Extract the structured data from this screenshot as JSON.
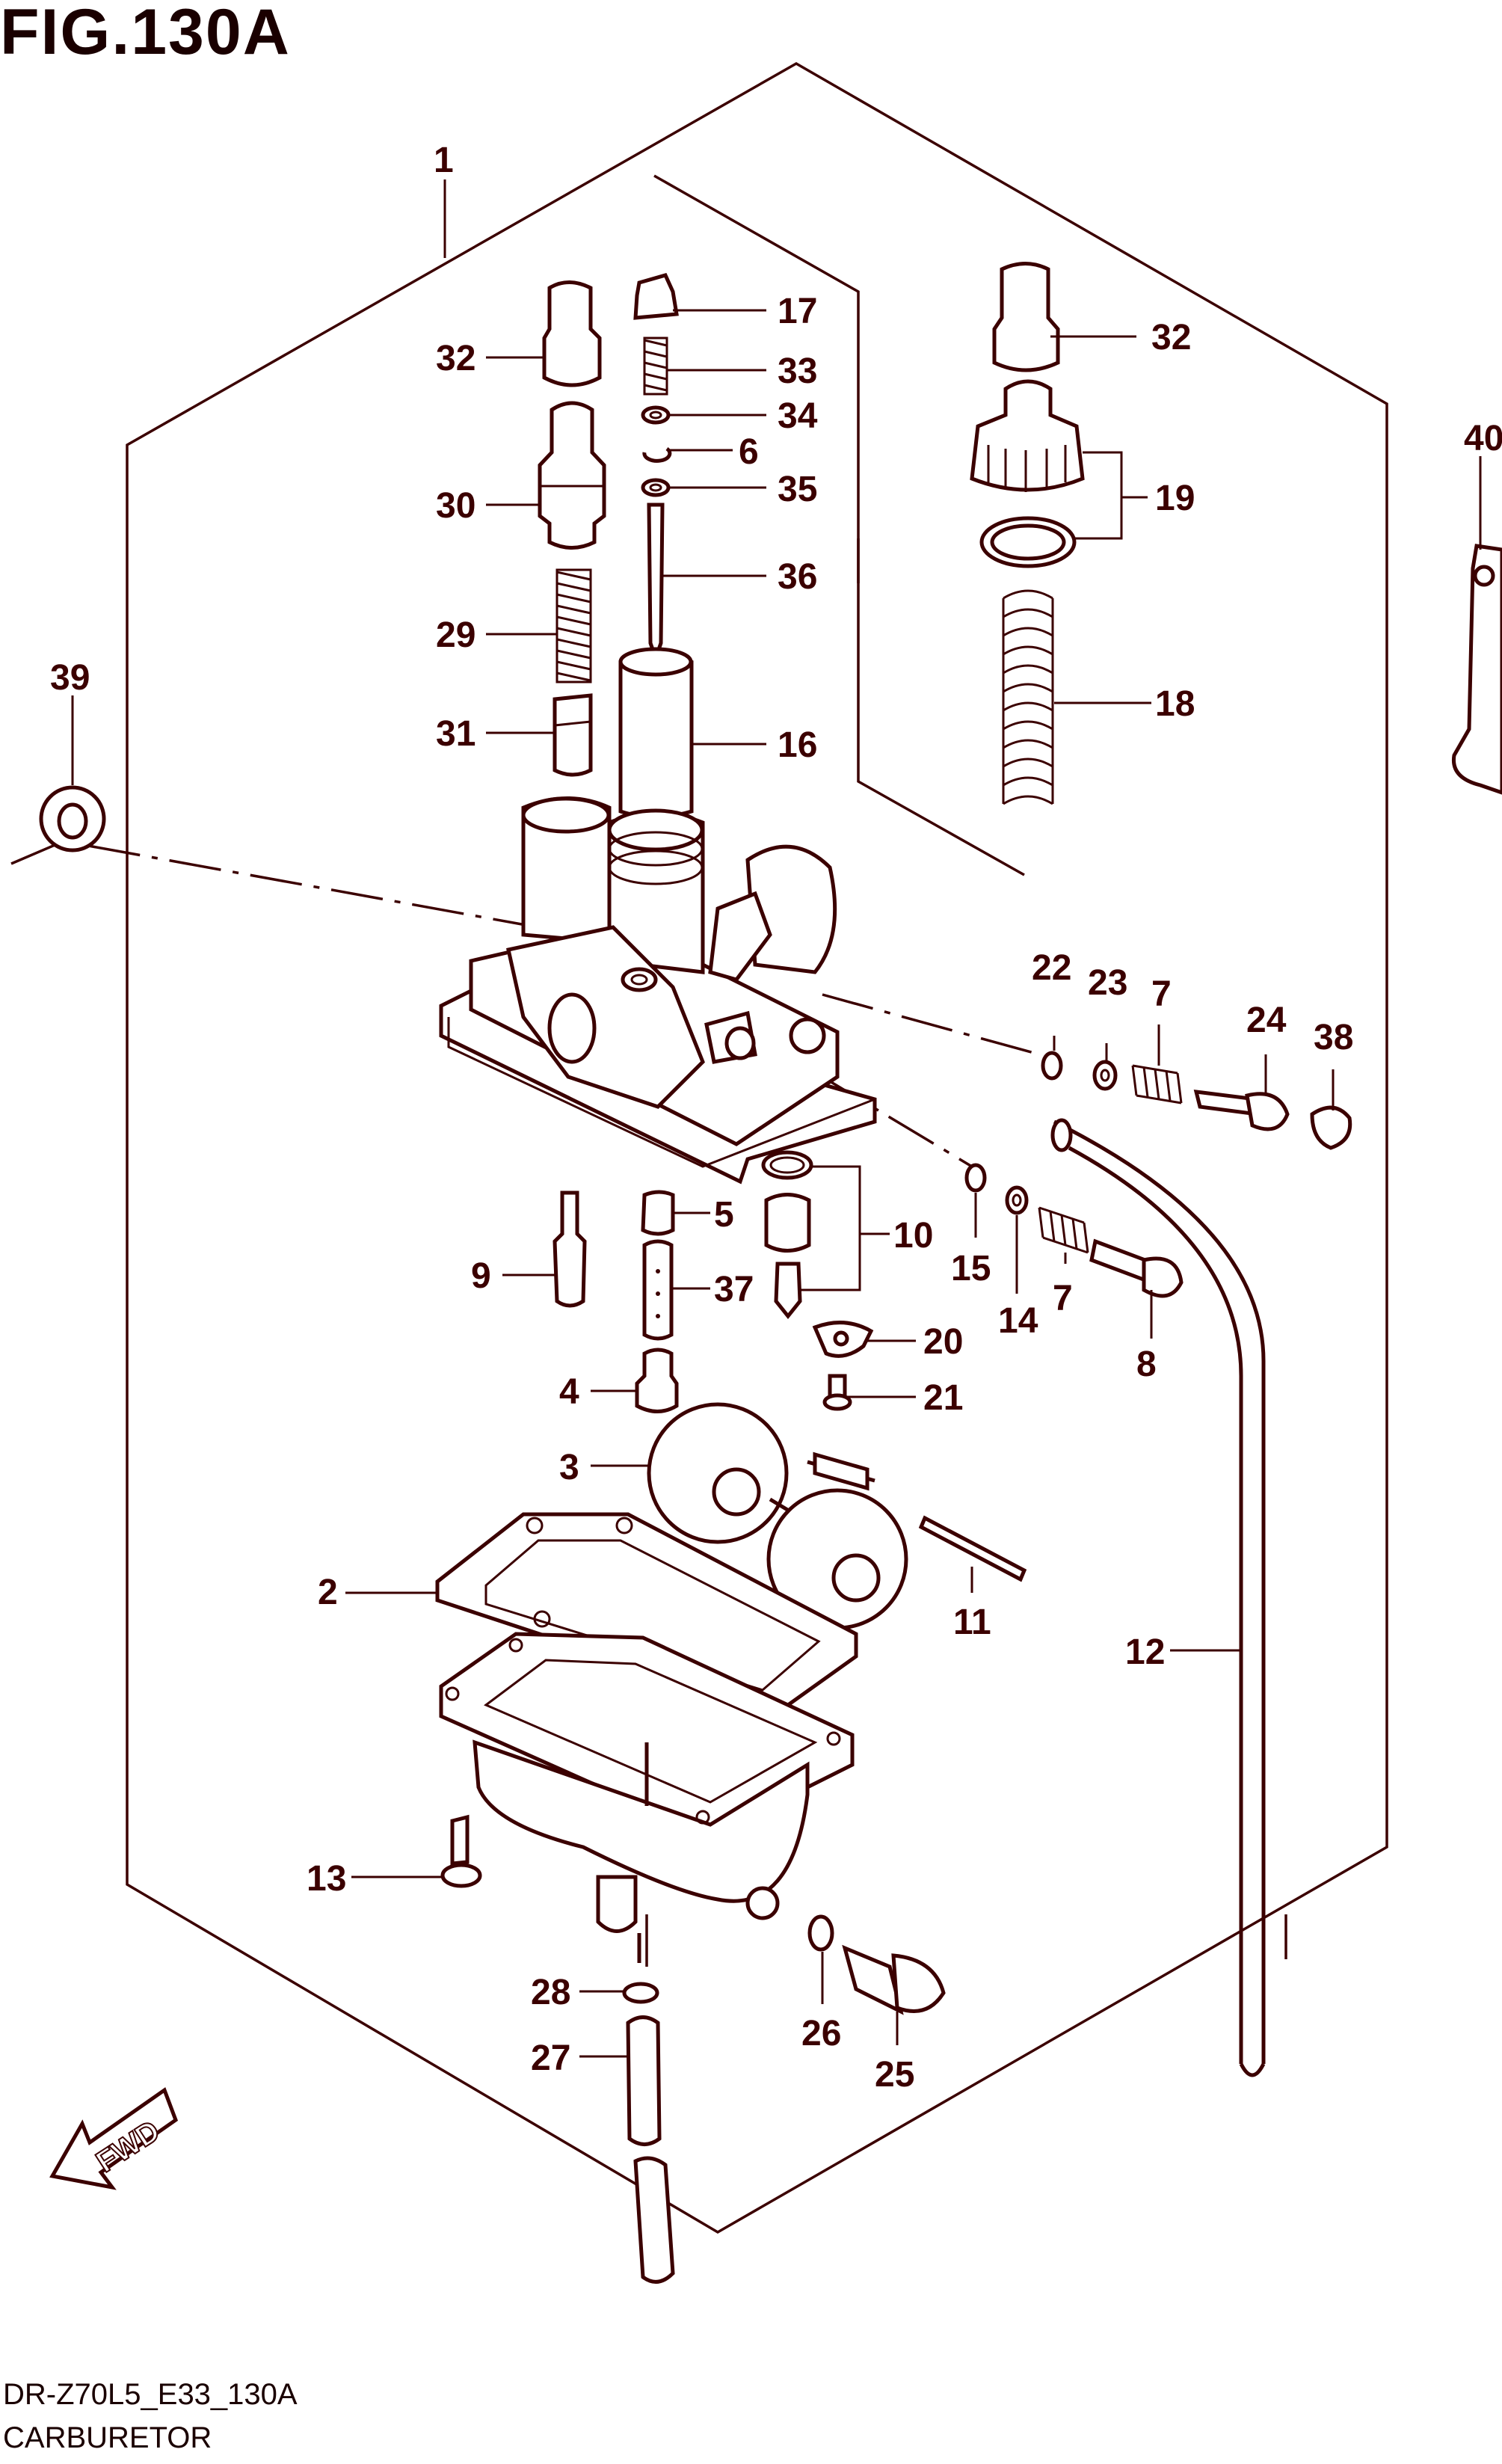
{
  "title": "FIG.130A",
  "footer": {
    "code": "DR-Z70L5_E33_130A",
    "name": "CARBURETOR"
  },
  "fwd_label": "FWD",
  "colors": {
    "ink": "#3b0000",
    "background": "#ffffff"
  },
  "callouts": [
    {
      "id": "1",
      "label": "1"
    },
    {
      "id": "2",
      "label": "2"
    },
    {
      "id": "3",
      "label": "3"
    },
    {
      "id": "4",
      "label": "4"
    },
    {
      "id": "5",
      "label": "5"
    },
    {
      "id": "6",
      "label": "6"
    },
    {
      "id": "7a",
      "label": "7"
    },
    {
      "id": "7b",
      "label": "7"
    },
    {
      "id": "8",
      "label": "8"
    },
    {
      "id": "9",
      "label": "9"
    },
    {
      "id": "10",
      "label": "10"
    },
    {
      "id": "11",
      "label": "11"
    },
    {
      "id": "12",
      "label": "12"
    },
    {
      "id": "13",
      "label": "13"
    },
    {
      "id": "14",
      "label": "14"
    },
    {
      "id": "15",
      "label": "15"
    },
    {
      "id": "16",
      "label": "16"
    },
    {
      "id": "17",
      "label": "17"
    },
    {
      "id": "18",
      "label": "18"
    },
    {
      "id": "19",
      "label": "19"
    },
    {
      "id": "20",
      "label": "20"
    },
    {
      "id": "21",
      "label": "21"
    },
    {
      "id": "22",
      "label": "22"
    },
    {
      "id": "23",
      "label": "23"
    },
    {
      "id": "24",
      "label": "24"
    },
    {
      "id": "25",
      "label": "25"
    },
    {
      "id": "26",
      "label": "26"
    },
    {
      "id": "27",
      "label": "27"
    },
    {
      "id": "28",
      "label": "28"
    },
    {
      "id": "29",
      "label": "29"
    },
    {
      "id": "30",
      "label": "30"
    },
    {
      "id": "31",
      "label": "31"
    },
    {
      "id": "32a",
      "label": "32"
    },
    {
      "id": "32b",
      "label": "32"
    },
    {
      "id": "33",
      "label": "33"
    },
    {
      "id": "34",
      "label": "34"
    },
    {
      "id": "35",
      "label": "35"
    },
    {
      "id": "36",
      "label": "36"
    },
    {
      "id": "37",
      "label": "37"
    },
    {
      "id": "38",
      "label": "38"
    },
    {
      "id": "39",
      "label": "39"
    },
    {
      "id": "40",
      "label": "40"
    }
  ]
}
